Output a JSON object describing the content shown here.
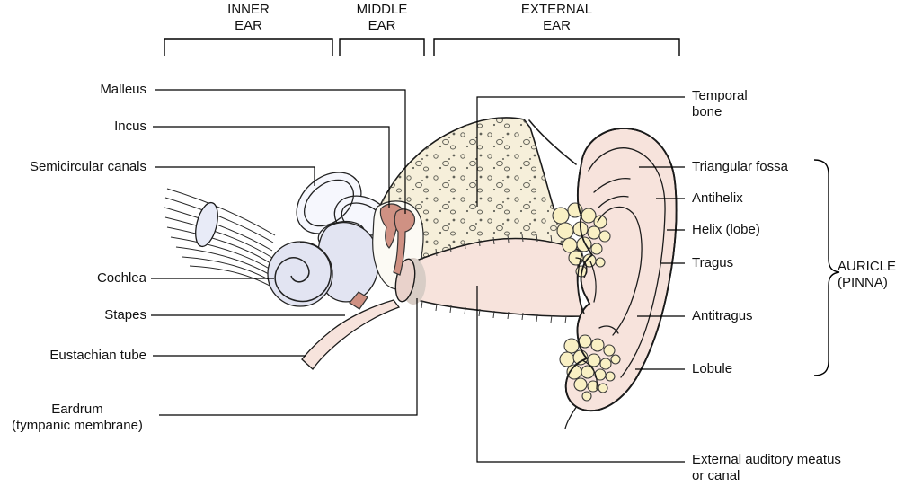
{
  "figure": {
    "regions": [
      {
        "label": "INNER\nEAR"
      },
      {
        "label": "MIDDLE\nEAR"
      },
      {
        "label": "EXTERNAL\nEAR"
      }
    ],
    "left_labels": [
      {
        "label": "Malleus"
      },
      {
        "label": "Incus"
      },
      {
        "label": "Semicircular canals"
      },
      {
        "label": "Cochlea"
      },
      {
        "label": "Stapes"
      },
      {
        "label": "Eustachian tube"
      },
      {
        "label": "Eardrum\n(tympanic membrane)"
      }
    ],
    "right_labels": [
      {
        "label": "Temporal\nbone"
      },
      {
        "label": "Triangular fossa"
      },
      {
        "label": "Antihelix"
      },
      {
        "label": "Helix (lobe)"
      },
      {
        "label": "Tragus"
      },
      {
        "label": "Antitragus"
      },
      {
        "label": "Lobule"
      },
      {
        "label": "External auditory meatus\nor canal"
      }
    ],
    "group_label": "AURICLE\n(PINNA)"
  },
  "colors": {
    "background": "#ffffff",
    "line": "#1b1b1b",
    "skin": "#f7e3dc",
    "bone": "#f6efda",
    "cavity": "#fcfaf4",
    "fat": "#f9f0c4",
    "inner_ear": "#e2e4f2",
    "nerve_band": "#e8ebf7",
    "loop_fill": "#f6f7fd",
    "ossicle": "#cf9183",
    "eardrum": "#e9d2cb",
    "eardrum_shadow": "#d8cdc6"
  }
}
